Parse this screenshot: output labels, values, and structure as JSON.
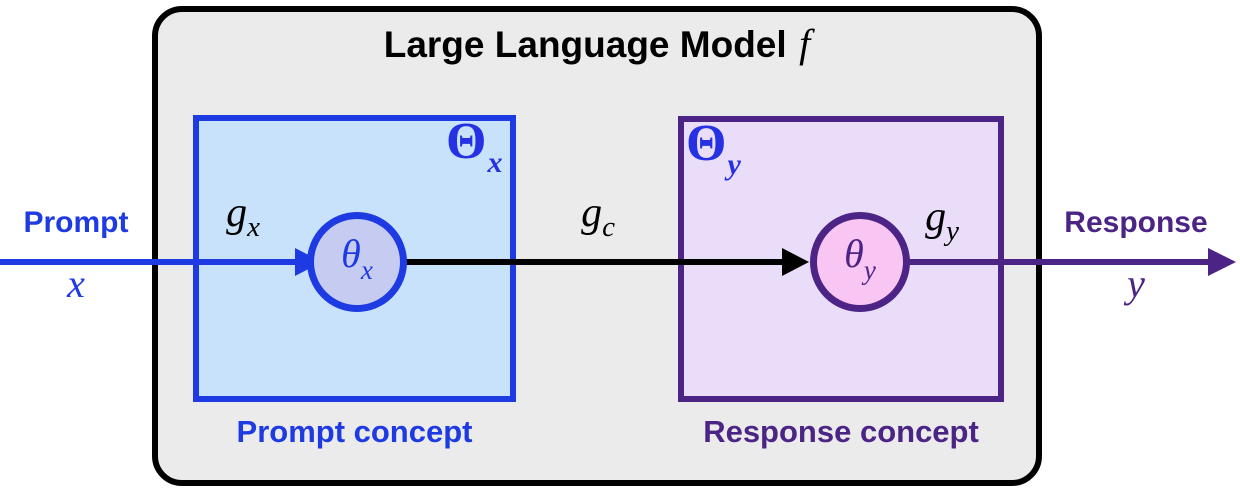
{
  "llm": {
    "title": "Large Language Model",
    "function_symbol": "f"
  },
  "io": {
    "input_label": "Prompt",
    "input_symbol": "x",
    "output_label": "Response",
    "output_symbol": "y"
  },
  "prompt_concept": {
    "caption": "Prompt concept",
    "space": {
      "symbol": "Θ",
      "subscript": "x"
    },
    "param": {
      "symbol": "θ",
      "subscript": "x"
    }
  },
  "response_concept": {
    "caption": "Response concept",
    "space": {
      "symbol": "Θ",
      "subscript": "y"
    },
    "param": {
      "symbol": "θ",
      "subscript": "y"
    }
  },
  "mappings": {
    "g_x": {
      "symbol": "g",
      "subscript": "x"
    },
    "g_c": {
      "symbol": "g",
      "subscript": "c"
    },
    "g_y": {
      "symbol": "g",
      "subscript": "y"
    }
  },
  "colors": {
    "blue": "#1e3ae2",
    "light_blue_fill": "#c9e2fb",
    "periwinkle_circle_fill": "#c6cbf1",
    "purple": "#4b2486",
    "light_purple_fill": "#e9ddf9",
    "pink_circle_fill": "#f9c5f2",
    "outer_box_fill": "#ebebeb",
    "outer_box_border": "#000000",
    "center_arrow": "#000000",
    "theta_space_label": "#2531e3"
  }
}
